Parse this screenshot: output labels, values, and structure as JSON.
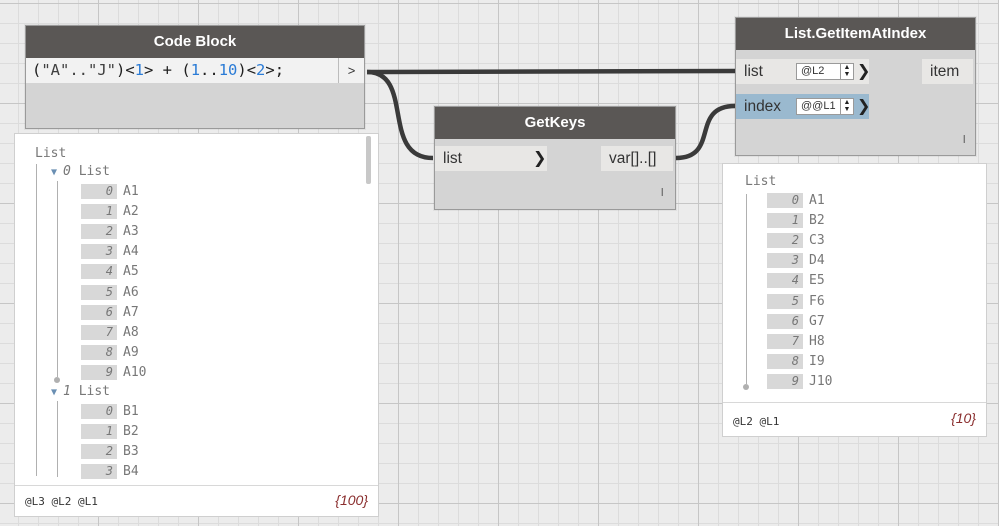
{
  "code_block": {
    "title": "Code Block",
    "code_tokens": [
      {
        "text": "(",
        "cls": ""
      },
      {
        "text": "\"A\"..\"J\"",
        "cls": "str"
      },
      {
        "text": ")<",
        "cls": ""
      },
      {
        "text": "1",
        "cls": "num"
      },
      {
        "text": "> + (",
        "cls": ""
      },
      {
        "text": "1",
        "cls": "num"
      },
      {
        "text": "..",
        "cls": ""
      },
      {
        "text": "10",
        "cls": "num"
      },
      {
        "text": ")<",
        "cls": ""
      },
      {
        "text": "2",
        "cls": "num"
      },
      {
        "text": ">;",
        "cls": ""
      }
    ],
    "output_label": ">"
  },
  "getkeys": {
    "title": "GetKeys",
    "input_label": "list",
    "output_label": "var[]..[]",
    "lacing": "l"
  },
  "getitem": {
    "title": "List.GetItemAtIndex",
    "inputs": [
      {
        "label": "list",
        "level": "@L2",
        "active": false
      },
      {
        "label": "index",
        "level": "@@L1",
        "active": true
      }
    ],
    "output_label": "item",
    "lacing": "l"
  },
  "preview_left": {
    "title": "List",
    "groups": [
      {
        "index": "0",
        "label": "List",
        "items": [
          {
            "i": "0",
            "v": "A1"
          },
          {
            "i": "1",
            "v": "A2"
          },
          {
            "i": "2",
            "v": "A3"
          },
          {
            "i": "3",
            "v": "A4"
          },
          {
            "i": "4",
            "v": "A5"
          },
          {
            "i": "5",
            "v": "A6"
          },
          {
            "i": "6",
            "v": "A7"
          },
          {
            "i": "7",
            "v": "A8"
          },
          {
            "i": "8",
            "v": "A9"
          },
          {
            "i": "9",
            "v": "A10"
          }
        ]
      },
      {
        "index": "1",
        "label": "List",
        "items": [
          {
            "i": "0",
            "v": "B1"
          },
          {
            "i": "1",
            "v": "B2"
          },
          {
            "i": "2",
            "v": "B3"
          },
          {
            "i": "3",
            "v": "B4"
          }
        ]
      }
    ],
    "levels": "@L3 @L2 @L1",
    "count": "{100}"
  },
  "preview_right": {
    "title": "List",
    "items": [
      {
        "i": "0",
        "v": "A1"
      },
      {
        "i": "1",
        "v": "B2"
      },
      {
        "i": "2",
        "v": "C3"
      },
      {
        "i": "3",
        "v": "D4"
      },
      {
        "i": "4",
        "v": "E5"
      },
      {
        "i": "5",
        "v": "F6"
      },
      {
        "i": "6",
        "v": "G7"
      },
      {
        "i": "7",
        "v": "H8"
      },
      {
        "i": "8",
        "v": "I9"
      },
      {
        "i": "9",
        "v": "J10"
      }
    ],
    "levels": "@L2 @L1",
    "count": "{10}"
  },
  "colors": {
    "header": "#5a5755",
    "node_body": "#d4d4d4",
    "active_port": "#9ab9cf",
    "number_token": "#2a7bd6",
    "count_text": "#8a2e2e",
    "wire": "#3a3a3a"
  }
}
